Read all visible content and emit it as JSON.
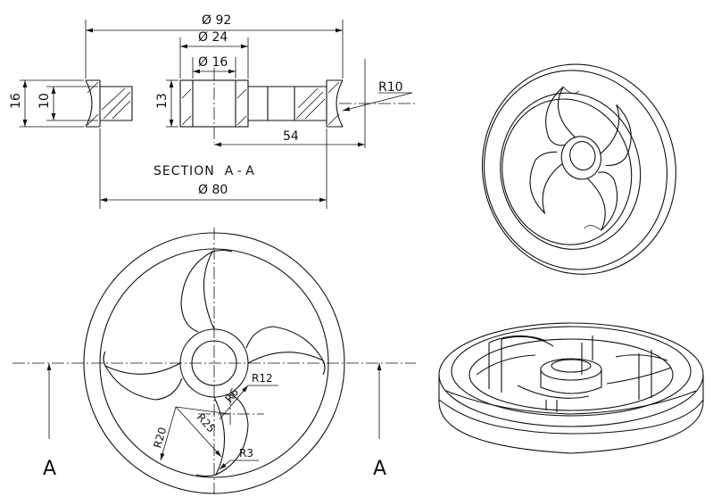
{
  "section": {
    "title_prefix": "SECTION",
    "title_letters": "A - A",
    "dims": {
      "d92": "Ø 92",
      "d24": "Ø 24",
      "d16": "Ø 16",
      "h16": "16",
      "h10": "10",
      "h13": "13",
      "r10": "R10",
      "l54": "54",
      "d80": "Ø 80"
    }
  },
  "front_view": {
    "dims": {
      "r12": "R12",
      "r6": "R6",
      "r25": "R25",
      "r20": "R20",
      "r3": "R3"
    },
    "cut_labels": {
      "left": "A",
      "right": "A"
    }
  }
}
